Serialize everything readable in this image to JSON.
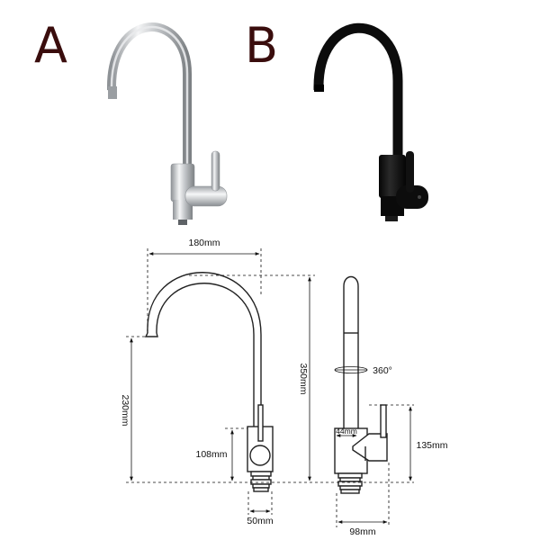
{
  "variants": {
    "a": {
      "letter": "A",
      "finish_color": "#c9ccd0"
    },
    "b": {
      "letter": "B",
      "finish_color": "#111111"
    }
  },
  "letter_color": "#3a0d0d",
  "dimensions": {
    "reach": "180mm",
    "total_height": "350mm",
    "spout_height": "230mm",
    "body_height": "108mm",
    "base_diameter": "50mm",
    "rotation": "360°",
    "body_diameter": "44mm",
    "handle_height": "135mm",
    "base_depth": "98mm"
  }
}
